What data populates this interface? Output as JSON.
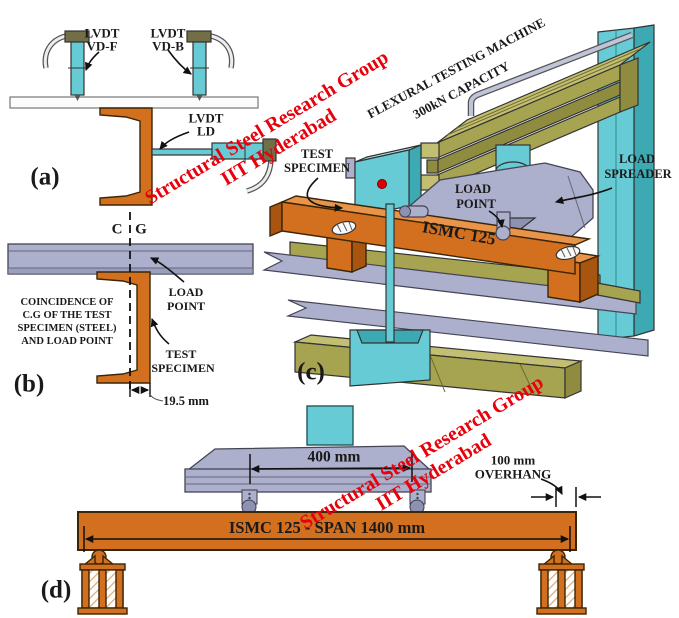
{
  "watermark": {
    "line1": "Structural Steel Research Group",
    "line2": "IIT Hyderabad"
  },
  "colors": {
    "orange": "#D2701F",
    "orange_light": "#E8944A",
    "orange_dark": "#A85512",
    "teal": "#66CBD4",
    "teal_light": "#A9E2E8",
    "teal_dark": "#3DA9B3",
    "lavender": "#ACB0CC",
    "lavender_dark": "#8E92B2",
    "olive": "#A6A351",
    "olive_light": "#C2BE72",
    "olive_dark": "#8F8C3F",
    "watermark_red": "#E8000A",
    "ink": "#1A1A1A"
  },
  "panel_a": {
    "tag": "(a)",
    "lvdt": "LVDT",
    "vd_f": "VD-F",
    "vd_b": "VD-B",
    "ld": "LD"
  },
  "panel_b": {
    "tag": "(b)",
    "cg_c": "C",
    "cg_g": "G",
    "load_point": [
      "LOAD",
      "POINT"
    ],
    "note": [
      "COINCIDENCE OF",
      "C.G OF THE TEST",
      "SPECIMEN (STEEL)",
      "AND LOAD POINT"
    ],
    "test_specimen": [
      "TEST",
      "SPECIMEN"
    ],
    "offset_dim": "19.5 mm"
  },
  "panel_c": {
    "tag": "(c)",
    "machine": [
      "FLEXURAL TESTING MACHINE",
      "300kN CAPACITY"
    ],
    "test_specimen": [
      "TEST",
      "SPECIMEN"
    ],
    "load_spreader": [
      "LOAD",
      "SPREADER"
    ],
    "load_point": [
      "LOAD",
      "POINT"
    ],
    "specimen_label": "ISMC 125"
  },
  "panel_d": {
    "tag": "(d)",
    "spreader_dim": "400 mm",
    "beam_label": "ISMC 125 - SPAN 1400 mm",
    "overhang": [
      "100 mm",
      "OVERHANG"
    ]
  }
}
